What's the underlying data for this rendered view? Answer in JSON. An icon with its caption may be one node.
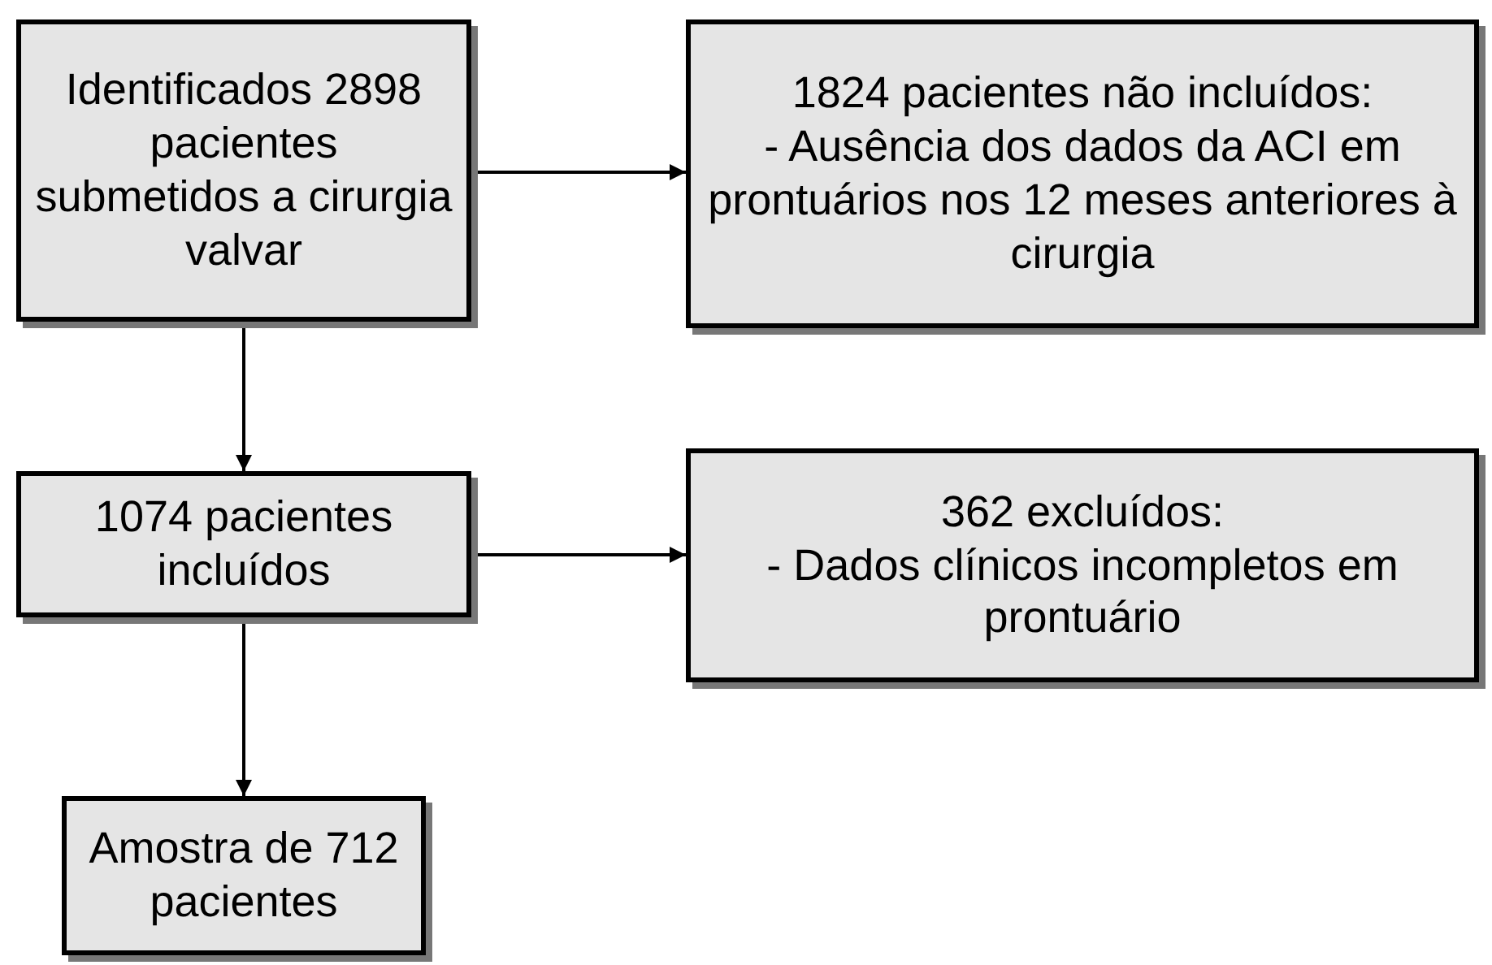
{
  "diagram": {
    "nodes": [
      {
        "text": [
          "Identificados 2898 pacientes submetidos a cirurgia valvar"
        ]
      },
      {
        "text": [
          "1824 pacientes não incluídos:",
          "- Ausência dos dados da ACI em prontuários nos 12 meses anteriores à cirurgia"
        ]
      },
      {
        "text": [
          "1074 pacientes incluídos"
        ]
      },
      {
        "text": [
          "362 excluídos:",
          "- Dados clínicos incompletos em prontuário"
        ]
      },
      {
        "text": [
          "Amostra de 712 pacientes"
        ]
      }
    ],
    "edges": [
      {
        "from": 0,
        "to": 1,
        "arrow": "to"
      },
      {
        "from": 0,
        "to": 2,
        "arrow": "to"
      },
      {
        "from": 2,
        "to": 3,
        "arrow": "to"
      },
      {
        "from": 2,
        "to": 4,
        "arrow": "to"
      }
    ]
  }
}
